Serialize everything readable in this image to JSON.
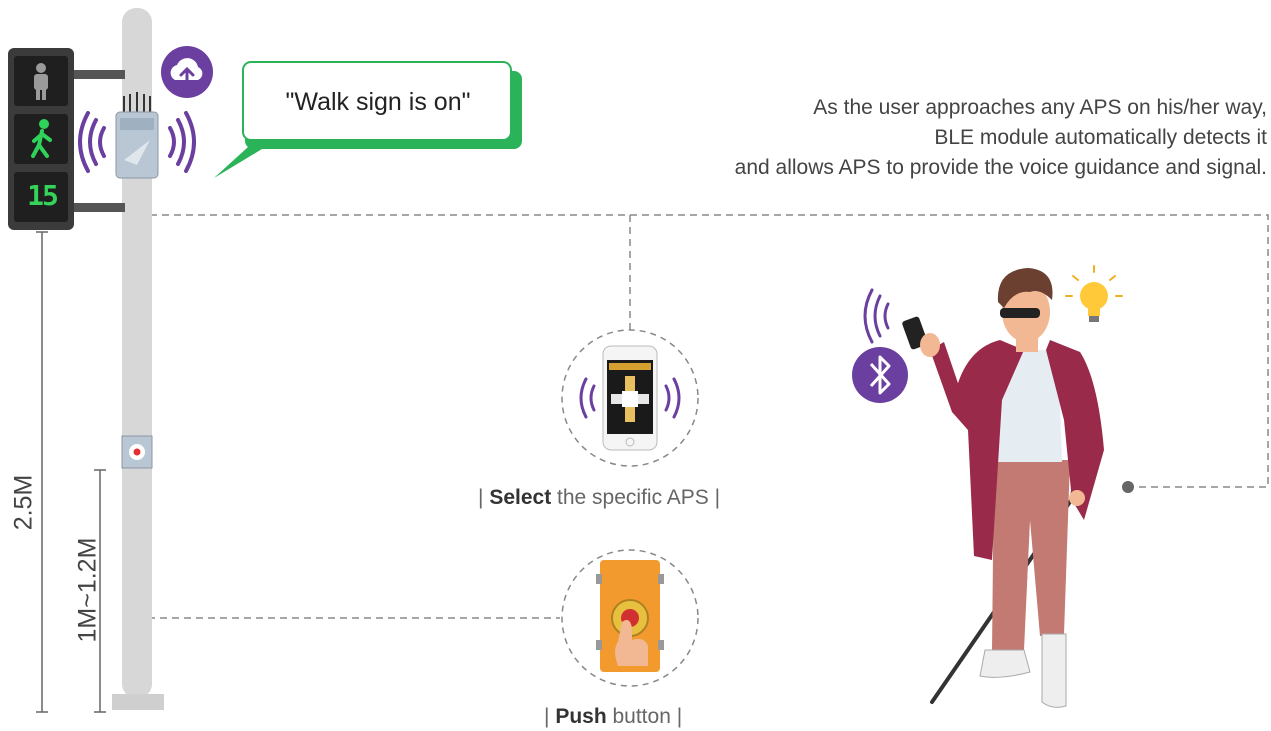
{
  "bubble": {
    "text": "\"Walk sign is on\""
  },
  "description": [
    "As the user approaches any APS on his/her way,",
    "BLE module automatically detects it",
    "and allows APS to provide the voice guidance and signal."
  ],
  "captions": {
    "select": {
      "bold": "Select",
      "rest": " the specific APS",
      "bar": "|"
    },
    "push": {
      "bold": "Push",
      "rest": " button",
      "bar": "|"
    }
  },
  "measures": {
    "total_height": "2.5M",
    "button_height": "1M~1.2M"
  },
  "signal": {
    "countdown": "15"
  },
  "icons": [
    "cloud-upload-icon",
    "bluetooth-icon",
    "lightbulb-icon",
    "pedestrian-stop-icon",
    "pedestrian-walk-icon",
    "signal-waves-icon"
  ],
  "colors": {
    "purple": "#6b3fa0",
    "green": "#2bb35a",
    "pole": "#d6d6d6",
    "jacket": "#9a2a4a",
    "pants": "#c07870",
    "orange": "#f0a030"
  }
}
